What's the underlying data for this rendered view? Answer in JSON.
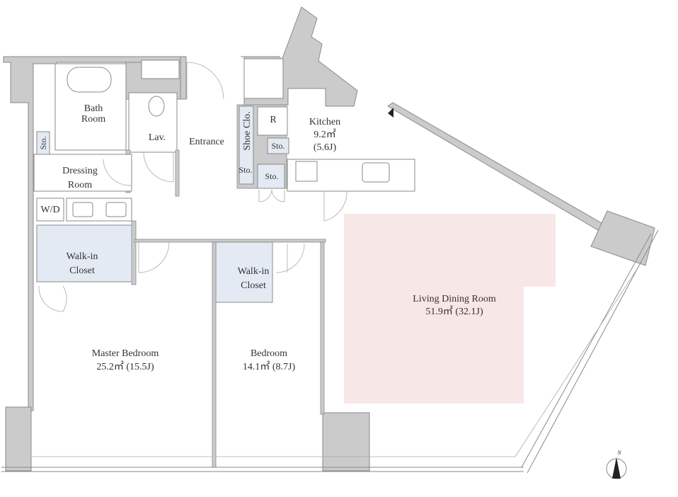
{
  "rooms": {
    "bath": {
      "line1": "Bath",
      "line2": "Room"
    },
    "lav": {
      "label": "Lav."
    },
    "entrance": {
      "label": "Entrance"
    },
    "shoe_closet": {
      "label": "Shoe Clo."
    },
    "refrigerator": {
      "label": "R"
    },
    "kitchen": {
      "label": "Kitchen",
      "area": "9.2㎡",
      "jo": "(5.6J)"
    },
    "storage_kitchen": {
      "label": "Sto."
    },
    "storage_entrance": {
      "label": "Sto."
    },
    "storage_hall": {
      "label": "Sto."
    },
    "storage_dressing": {
      "label": "Sto."
    },
    "dressing": {
      "line1": "Dressing",
      "line2": "Room"
    },
    "washer_dryer": {
      "label": "W/D"
    },
    "walk_in_master": {
      "line1": "Walk-in",
      "line2": "Closet"
    },
    "walk_in_bedroom": {
      "line1": "Walk-in",
      "line2": "Closet"
    },
    "living": {
      "label": "Living Dining Room",
      "area": "51.9㎡  (32.1J)"
    },
    "master_bedroom": {
      "label": "Master Bedroom",
      "area": "25.2㎡  (15.5J)"
    },
    "bedroom": {
      "label": "Bedroom",
      "area": "14.1㎡  (8.7J)"
    }
  },
  "compass": {
    "label": "N"
  },
  "colors": {
    "wall": "#cbcbcb",
    "closet": "#e3eaf3",
    "living_highlight": "#f8e7e7"
  }
}
